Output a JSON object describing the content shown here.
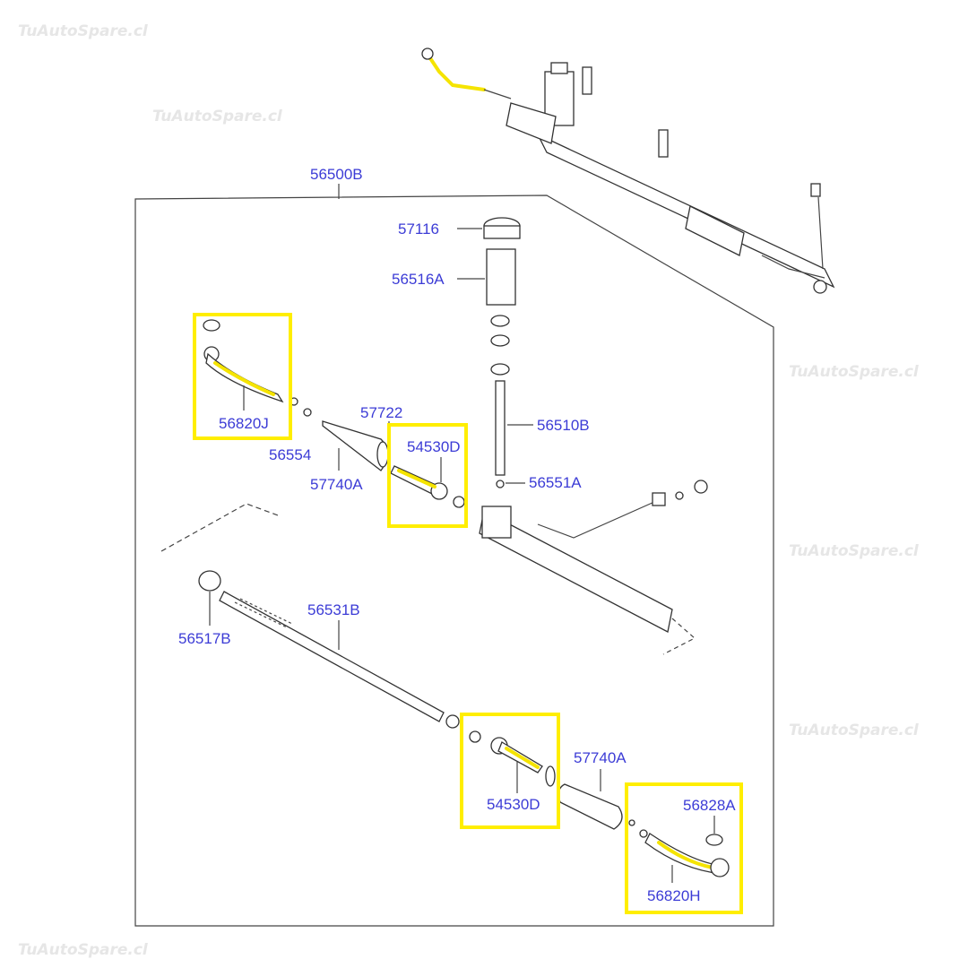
{
  "watermark": "TuAutoSpare.cl",
  "colors": {
    "label": "#3c3cd6",
    "highlight": "#ffee00"
  },
  "labels": {
    "assembly": "56500B",
    "yoke_plug": "57116",
    "pinion_housing": "56516A",
    "tie_rod_end_left": "56820J",
    "boot_clamp": "57722",
    "nut_left": "56554",
    "boot_left": "57740A",
    "inner_tie_rod_left": "54530D",
    "pinion_shaft": "56510B",
    "seal": "56551A",
    "rack": "56531B",
    "bushing": "56517B",
    "boot_right": "57740A",
    "inner_tie_rod_right": "54530D",
    "dust_cover": "56828A",
    "tie_rod_end_right": "56820H"
  }
}
